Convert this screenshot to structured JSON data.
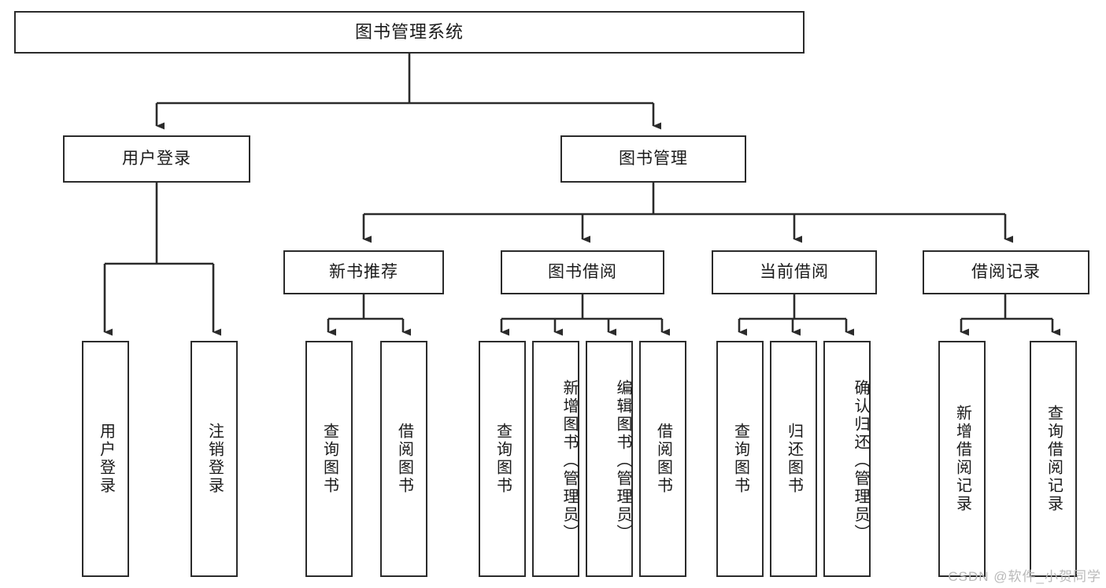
{
  "diagram": {
    "title": "图书管理系统",
    "type": "tree",
    "watermark": "CSDN @软件_小贺同学",
    "colors": {
      "box_border": "#2b2b2b",
      "box_fill": "#ffffff",
      "edge": "#2b2b2b",
      "text": "#1a1a1a",
      "watermark": "#b9b9b9",
      "background": "#ffffff"
    },
    "nodes": {
      "root": {
        "label": "图书管理系统"
      },
      "level1": [
        {
          "label": "用户登录"
        },
        {
          "label": "图书管理"
        }
      ],
      "level2": [
        {
          "label": "新书推荐"
        },
        {
          "label": "图书借阅"
        },
        {
          "label": "当前借阅"
        },
        {
          "label": "借阅记录"
        }
      ],
      "leaves": [
        {
          "label": "用户登录",
          "parent": "用户登录"
        },
        {
          "label": "注销登录",
          "parent": "用户登录"
        },
        {
          "label": "查询图书",
          "parent": "新书推荐"
        },
        {
          "label": "借阅图书",
          "parent": "新书推荐"
        },
        {
          "label": "查询图书",
          "parent": "图书借阅"
        },
        {
          "label": "新增图书（管理员）",
          "parent": "图书借阅"
        },
        {
          "label": "编辑图书（管理员）",
          "parent": "图书借阅"
        },
        {
          "label": "借阅图书",
          "parent": "图书借阅"
        },
        {
          "label": "查询图书",
          "parent": "当前借阅"
        },
        {
          "label": "归还图书",
          "parent": "当前借阅"
        },
        {
          "label": "确认归还（管理员）",
          "parent": "当前借阅"
        },
        {
          "label": "新增借阅记录",
          "parent": "借阅记录"
        },
        {
          "label": "查询借阅记录",
          "parent": "借阅记录"
        }
      ]
    }
  }
}
